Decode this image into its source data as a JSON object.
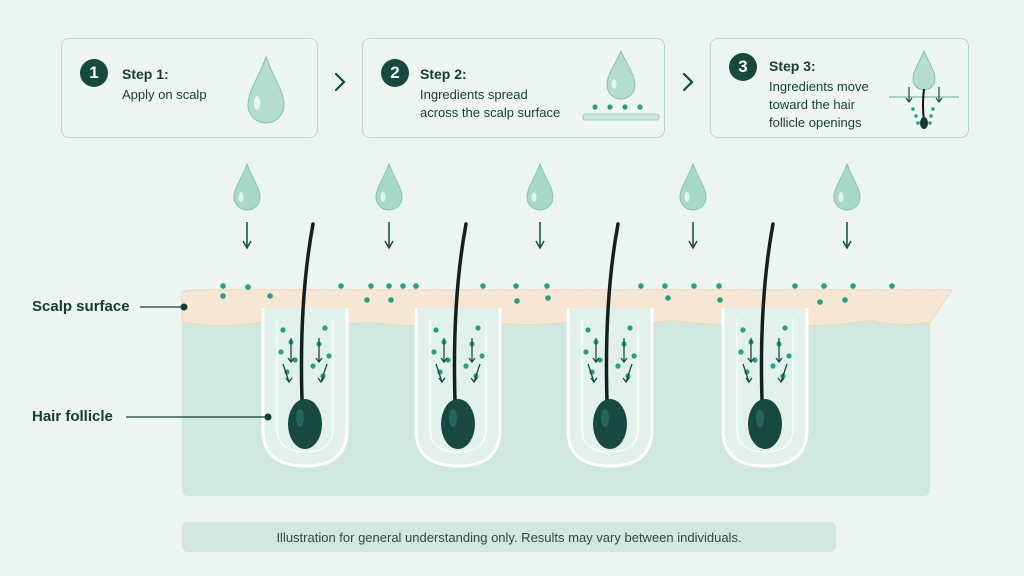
{
  "steps": [
    {
      "number": "1",
      "title": "Step 1:",
      "desc_lines": [
        "Apply on scalp"
      ]
    },
    {
      "number": "2",
      "title": "Step 2:",
      "desc_lines": [
        "Ingredients spread",
        "across the scalp surface"
      ]
    },
    {
      "number": "3",
      "title": "Step 3:",
      "desc_lines": [
        "Ingredients move",
        "toward the hair",
        "follicle openings"
      ]
    }
  ],
  "labels": {
    "scalp_surface": "Scalp surface",
    "hair_follicle": "Hair follicle"
  },
  "footer": "Illustration for general understanding only. Results may vary between individuals.",
  "colors": {
    "accent": "#17493e",
    "particle": "#2a9d84",
    "drop": "#a8d8c8",
    "skin": "#cfe7df",
    "surface": "#f6e6d4"
  },
  "icons": [
    "droplet-icon",
    "chevron-right-icon",
    "hair-strand-icon"
  ]
}
